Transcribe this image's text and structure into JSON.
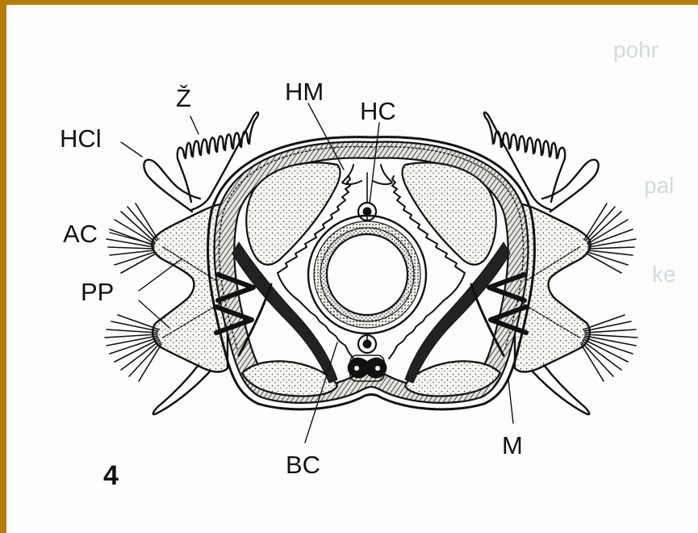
{
  "figure": {
    "number": "4",
    "background_color": "#b57d08",
    "paper_color": "#fdfdfb",
    "ink_color": "#111111"
  },
  "labels": {
    "hcl": "HCl",
    "z": "Ž",
    "hm": "HM",
    "hc": "HC",
    "ac": "AC",
    "pp": "PP",
    "bc": "BC",
    "m": "M"
  },
  "bleed_through": {
    "line1": "pohr",
    "line2": "pal",
    "line3": "ke"
  }
}
